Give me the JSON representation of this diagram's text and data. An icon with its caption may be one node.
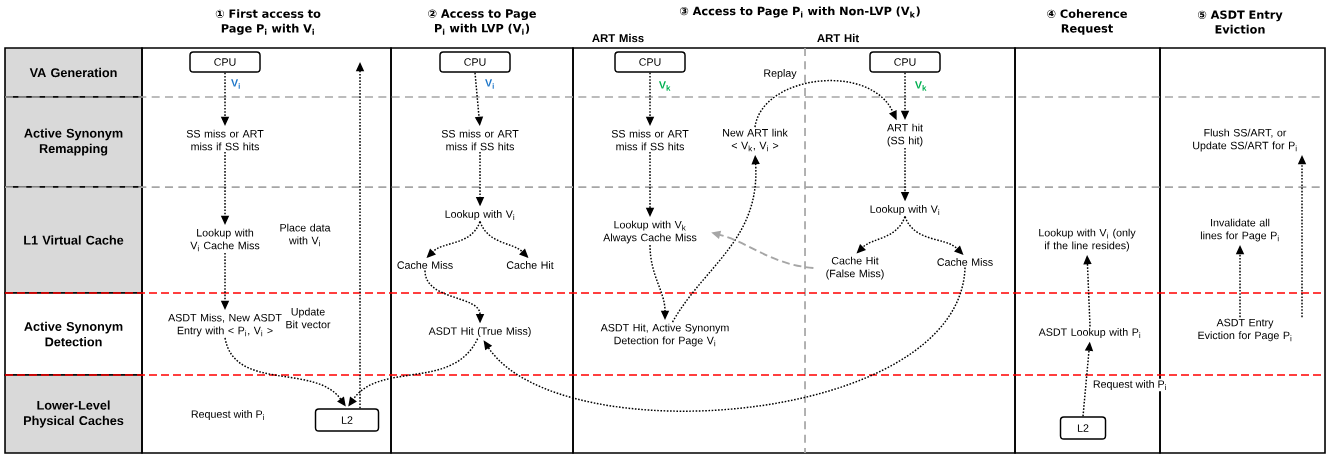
{
  "diagram": {
    "nodes": [
      {
        "text": [
          "VA Generation"
        ]
      },
      {
        "text": [
          "Active Synonym Remapping"
        ]
      },
      {
        "text": [
          "L1 Virtual Cache"
        ]
      },
      {
        "text": [
          "Active Synonym Detection"
        ]
      },
      {
        "text": [
          "Lower-Level Physical Caches"
        ]
      },
      {
        "text": [
          "① First access to Page P$_{i}$ with V$_{i}$"
        ]
      },
      {
        "text": [
          "② Access to Page P$_{i}$ with LVP (V$_{i}$)"
        ]
      },
      {
        "text": [
          "③ Access to Page P$_{i}$ with Non-LVP (V$_{k}$)",
          "ART Miss",
          "ART Hit"
        ]
      },
      {
        "text": [
          "④ Coherence Request"
        ]
      },
      {
        "text": [
          "⑤ ASDT Entry Eviction"
        ]
      },
      {
        "text": [
          "CPU"
        ],
        "in": 5
      },
      {
        "text": [
          "SS miss or ART miss if SS hits"
        ],
        "in": 5
      },
      {
        "text": [
          "Lookup with V$_{i}$ Cache Miss"
        ],
        "in": 5
      },
      {
        "text": [
          "ASDT Miss, New ASDT Entry with < P$_{i}$, V$_{i}$ >"
        ],
        "in": 5
      },
      {
        "text": [
          "L2"
        ],
        "in": 5
      },
      {
        "text": [
          "CPU"
        ],
        "in": 6
      },
      {
        "text": [
          "SS miss or ART miss if SS hits"
        ],
        "in": 6
      },
      {
        "text": [
          "Lookup with V$_{i}$"
        ],
        "in": 6
      },
      {
        "text": [
          "Cache Miss"
        ],
        "in": 6
      },
      {
        "text": [
          "Cache Hit"
        ],
        "in": 6
      },
      {
        "text": [
          "ASDT Hit (True Miss)"
        ],
        "in": 6
      },
      {
        "text": [
          "CPU"
        ],
        "in": 7
      },
      {
        "text": [
          "SS miss or ART miss if SS hits"
        ],
        "in": 7
      },
      {
        "text": [
          "New ART link < V$_{k}$, V$_{i}$ >"
        ],
        "in": 7
      },
      {
        "text": [
          "Lookup with V$_{k}$ Always Cache Miss"
        ],
        "in": 7
      },
      {
        "text": [
          "ASDT Hit, Active Synonym Detection for Page V$_{i}$"
        ],
        "in": 7
      },
      {
        "text": [
          "CPU"
        ],
        "in": 7
      },
      {
        "text": [
          "ART hit (SS hit)"
        ],
        "in": 7
      },
      {
        "text": [
          "Lookup with V$_{i}$"
        ],
        "in": 7
      },
      {
        "text": [
          "Cache Hit (False Miss)"
        ],
        "in": 7
      },
      {
        "text": [
          "Cache Miss"
        ],
        "in": 7
      },
      {
        "text": [
          "Lookup with V$_{i}$ (only if the line resides)"
        ],
        "in": 8
      },
      {
        "text": [
          "ASDT Lookup with P$_{i}$"
        ],
        "in": 8
      },
      {
        "text": [
          "L2"
        ],
        "in": 8
      },
      {
        "text": [
          "Flush SS/ART, or Update SS/ART for P$_{i}$"
        ],
        "in": 9
      },
      {
        "text": [
          "Invalidate all lines for Page P$_{i}$"
        ],
        "in": 9
      },
      {
        "text": [
          "ASDT Entry Eviction for Page P$_{i}$"
        ],
        "in": 9
      }
    ],
    "edges": [
      {
        "from": 10,
        "to": 11,
        "arrow": "to",
        "label": "V$_{i}$"
      },
      {
        "from": 11,
        "to": 12,
        "arrow": "to"
      },
      {
        "from": 12,
        "to": 13,
        "arrow": "to"
      },
      {
        "from": 13,
        "to": 14,
        "arrow": "to",
        "label": "Request with P$_{i}$"
      },
      {
        "from": 14,
        "to": null,
        "arrow": "to"
      },
      {
        "from": 15,
        "to": 16,
        "arrow": "to",
        "label": "V$_{i}$"
      },
      {
        "from": 16,
        "to": 17,
        "arrow": "to"
      },
      {
        "from": 17,
        "to": 18,
        "arrow": "to"
      },
      {
        "from": 17,
        "to": 19,
        "arrow": "to"
      },
      {
        "from": 18,
        "to": 20,
        "arrow": "to"
      },
      {
        "from": 20,
        "to": 14,
        "arrow": "to"
      },
      {
        "from": 21,
        "to": 22,
        "arrow": "to",
        "label": "V$_{k}$"
      },
      {
        "from": 22,
        "to": 24,
        "arrow": "to"
      },
      {
        "from": 24,
        "to": 25,
        "arrow": "to"
      },
      {
        "from": 25,
        "to": 23,
        "arrow": "to"
      },
      {
        "from": 23,
        "to": 27,
        "arrow": "to",
        "label": "Replay"
      },
      {
        "from": 26,
        "to": 27,
        "arrow": "to",
        "label": "V$_{k}$"
      },
      {
        "from": 27,
        "to": 28,
        "arrow": "to"
      },
      {
        "from": 28,
        "to": 29,
        "arrow": "to"
      },
      {
        "from": 28,
        "to": 30,
        "arrow": "to"
      },
      {
        "from": 29,
        "to": 24,
        "arrow": "to",
        "style": "dashed",
        "color": "#a6a6a6"
      },
      {
        "from": 30,
        "to": 20,
        "arrow": "to"
      },
      {
        "from": 33,
        "to": 32,
        "arrow": "to",
        "label": "Request with P$_{i}$"
      },
      {
        "from": 32,
        "to": 31,
        "arrow": "to"
      },
      {
        "from": 36,
        "to": 35,
        "arrow": "to"
      },
      {
        "from": 36,
        "to": 34,
        "arrow": "to"
      }
    ],
    "labels": [
      "Place data with V$_{i}$",
      "Update Bit vector"
    ]
  }
}
